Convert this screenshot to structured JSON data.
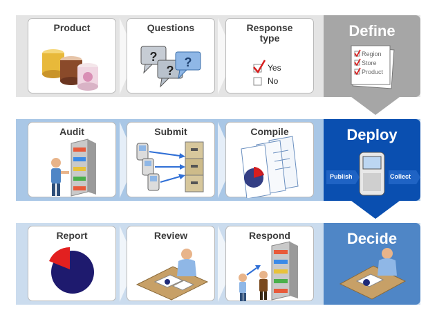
{
  "rows": [
    {
      "stage": "Define",
      "cards": [
        {
          "title": "Product"
        },
        {
          "title": "Questions",
          "bubble_marks": [
            "?",
            "?",
            "?"
          ]
        },
        {
          "title": "Response\ntype",
          "choices": [
            "Yes",
            "No"
          ]
        }
      ],
      "form_items": [
        "Region",
        "Store",
        "Product"
      ]
    },
    {
      "stage": "Deploy",
      "cards": [
        {
          "title": "Audit"
        },
        {
          "title": "Submit"
        },
        {
          "title": "Compile"
        }
      ],
      "tags": [
        "Publish",
        "Collect"
      ]
    },
    {
      "stage": "Decide",
      "cards": [
        {
          "title": "Report"
        },
        {
          "title": "Review"
        },
        {
          "title": "Respond"
        }
      ]
    }
  ],
  "colors": {
    "define_band": "#e4e4e4",
    "define_side": "#a6a6a6",
    "deploy_band": "#a9c7e6",
    "deploy_side": "#0a4fb0",
    "decide_band": "#cbdcee",
    "decide_side": "#4f86c6"
  }
}
